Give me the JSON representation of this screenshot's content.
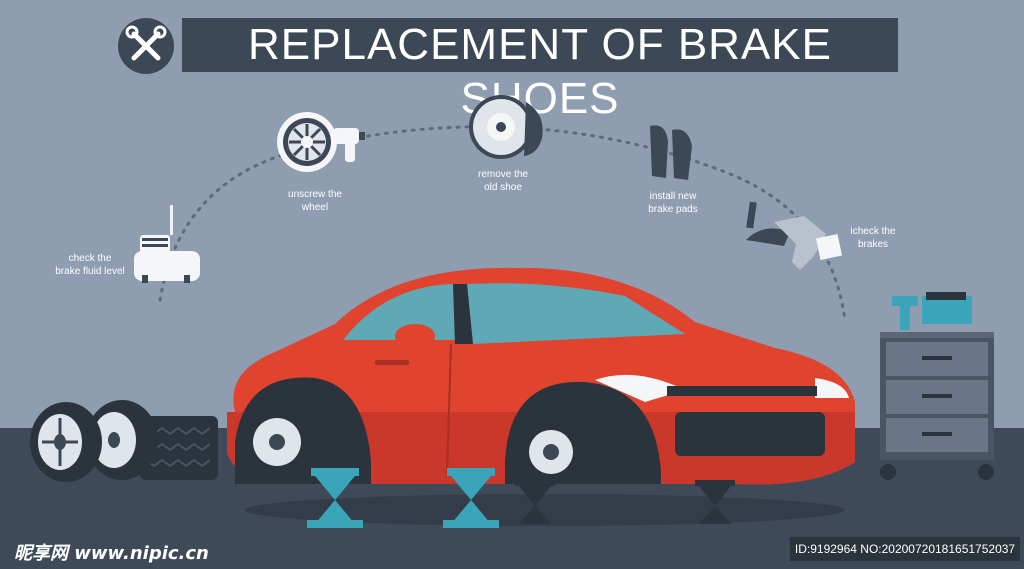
{
  "title": "REPLACEMENT OF BRAKE SHOES",
  "icons": {
    "title": "wrench-crossed-icon",
    "fluid": "brake-fluid-reservoir-icon",
    "wheel": "wheel-with-impact-wrench-icon",
    "disc": "brake-disc-caliper-icon",
    "pads": "brake-pads-icon",
    "pedal": "brake-pedal-foot-icon"
  },
  "steps": [
    {
      "label": "check the\nbrake fluid level"
    },
    {
      "label": "unscrew the\nwheel"
    },
    {
      "label": "remove the\nold shoe"
    },
    {
      "label": "install new\nbrake pads"
    },
    {
      "label": "icheck the\nbrakes"
    }
  ],
  "watermark": {
    "left": "昵享网 www.nipic.cn",
    "right": "ID:9192964 NO:20200720181651752037"
  },
  "colors": {
    "background": "#8e9db0",
    "title_bg": "#3d4856",
    "car_body": "#e0442e",
    "floor": "#3f4a58",
    "jack": "#3aa4b8"
  }
}
